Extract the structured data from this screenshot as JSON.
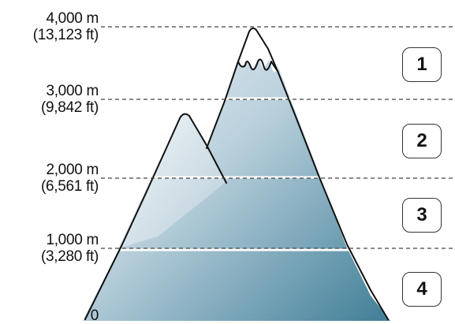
{
  "altitude_levels": [
    {
      "meters": "4,000 m",
      "feet": "(13,123 ft)"
    },
    {
      "meters": "3,000 m",
      "feet": "(9,842 ft)"
    },
    {
      "meters": "2,000 m",
      "feet": "(6,561 ft)"
    },
    {
      "meters": "1,000 m",
      "feet": "(3,280 ft)"
    },
    {
      "meters": "0",
      "feet": ""
    }
  ],
  "zones": [
    {
      "label": "1"
    },
    {
      "label": "2"
    },
    {
      "label": "3"
    },
    {
      "label": "4"
    }
  ],
  "colors": {
    "mountain_light": "#eef4f8",
    "mountain_dark": "#3f7e97",
    "outline": "#111111",
    "dashed_line": "#444444"
  }
}
